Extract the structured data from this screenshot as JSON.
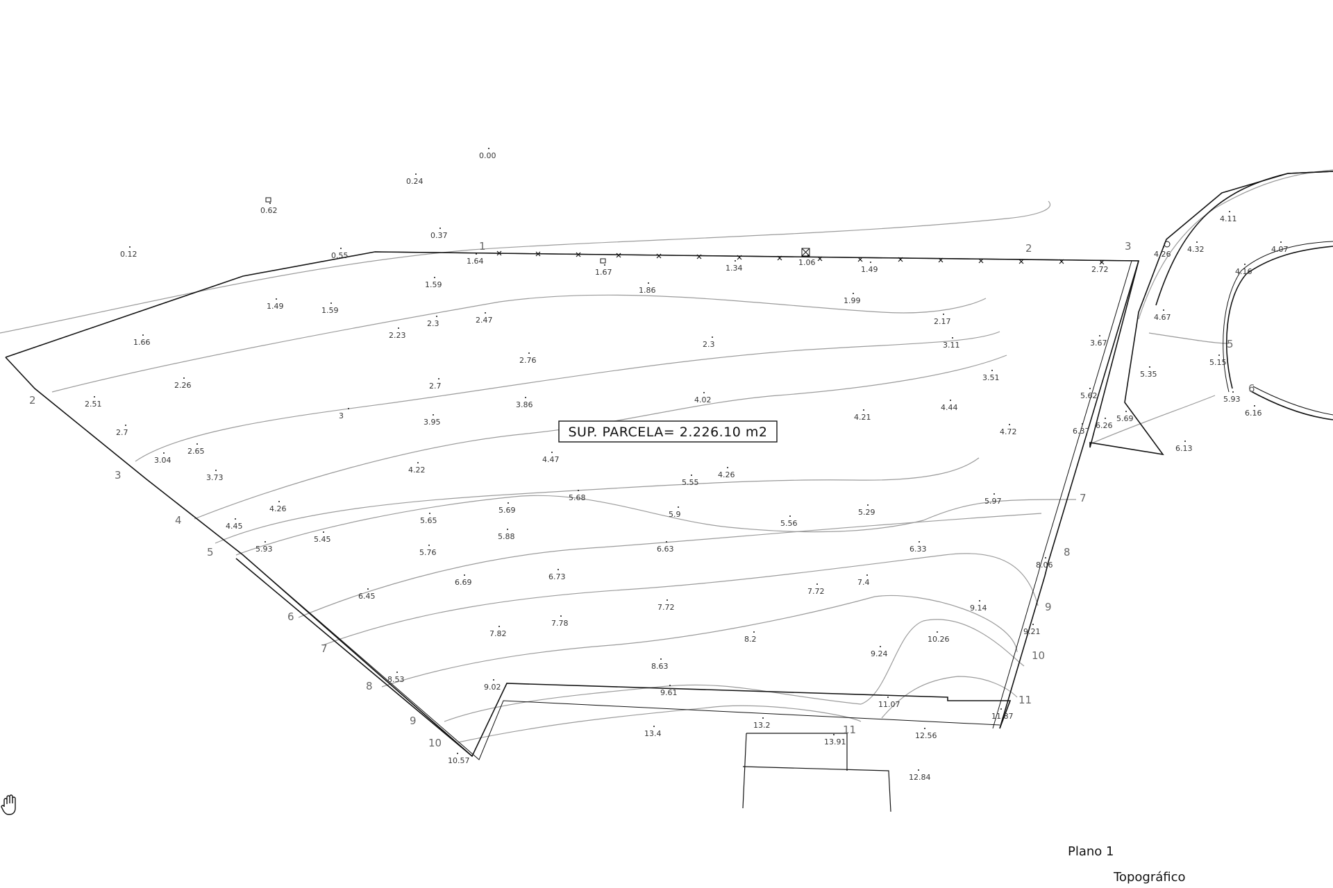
{
  "area_label": "SUP. PARCELA= 2.226.10 m2",
  "title": {
    "line1": "Plano 1",
    "line2": "Topográfico"
  },
  "tools": {
    "pan_icon": "hand-icon"
  },
  "vertex_labels": [
    "1",
    "2",
    "3"
  ],
  "contour_labels": {
    "left": [
      "2",
      "3",
      "4",
      "5",
      "6",
      "7",
      "8",
      "9",
      "10"
    ],
    "right": [
      "5",
      "6",
      "7",
      "8",
      "9",
      "10",
      "11",
      "11"
    ]
  },
  "elevations": [
    "0.00",
    "0.24",
    "0.62",
    "0.37",
    "0.12",
    "0.55",
    "1.64",
    "1.67",
    "1.34",
    "1.06",
    "1.49",
    "2.72",
    "1.59",
    "1.49",
    "1.59",
    "1.86",
    "1.99",
    "2.3",
    "2.47",
    "2.23",
    "1.66",
    "2.17",
    "3.11",
    "2.3",
    "3.67",
    "2.76",
    "2.26",
    "2.7",
    "3.51",
    "2.51",
    "2.7",
    "3",
    "3.86",
    "3.95",
    "4.02",
    "4.21",
    "4.44",
    "3.04",
    "2.65",
    "4.26",
    "4.72",
    "3.73",
    "4.47",
    "4.22",
    "5.55",
    "4.26",
    "5.68",
    "4.45",
    "5.69",
    "5.65",
    "5.9",
    "5.56",
    "5.29",
    "5.97",
    "5.93",
    "5.45",
    "5.88",
    "5.76",
    "6.63",
    "6.33",
    "6.45",
    "6.69",
    "6.73",
    "7.72",
    "7.4",
    "8.06",
    "7.82",
    "7.78",
    "7.72",
    "9.14",
    "8.2",
    "9.21",
    "10.26",
    "9.24",
    "8.63",
    "8.53",
    "9.02",
    "9.61",
    "11.07",
    "11.87",
    "13.4",
    "13.2",
    "13.91",
    "12.56",
    "10.57",
    "12.84",
    "4.26",
    "4.32",
    "4.11",
    "4.07",
    "4.16",
    "4.67",
    "5.15",
    "5.35",
    "5.62",
    "5.93",
    "6.16",
    "6.37",
    "6.26",
    "5.69",
    "6.13"
  ]
}
